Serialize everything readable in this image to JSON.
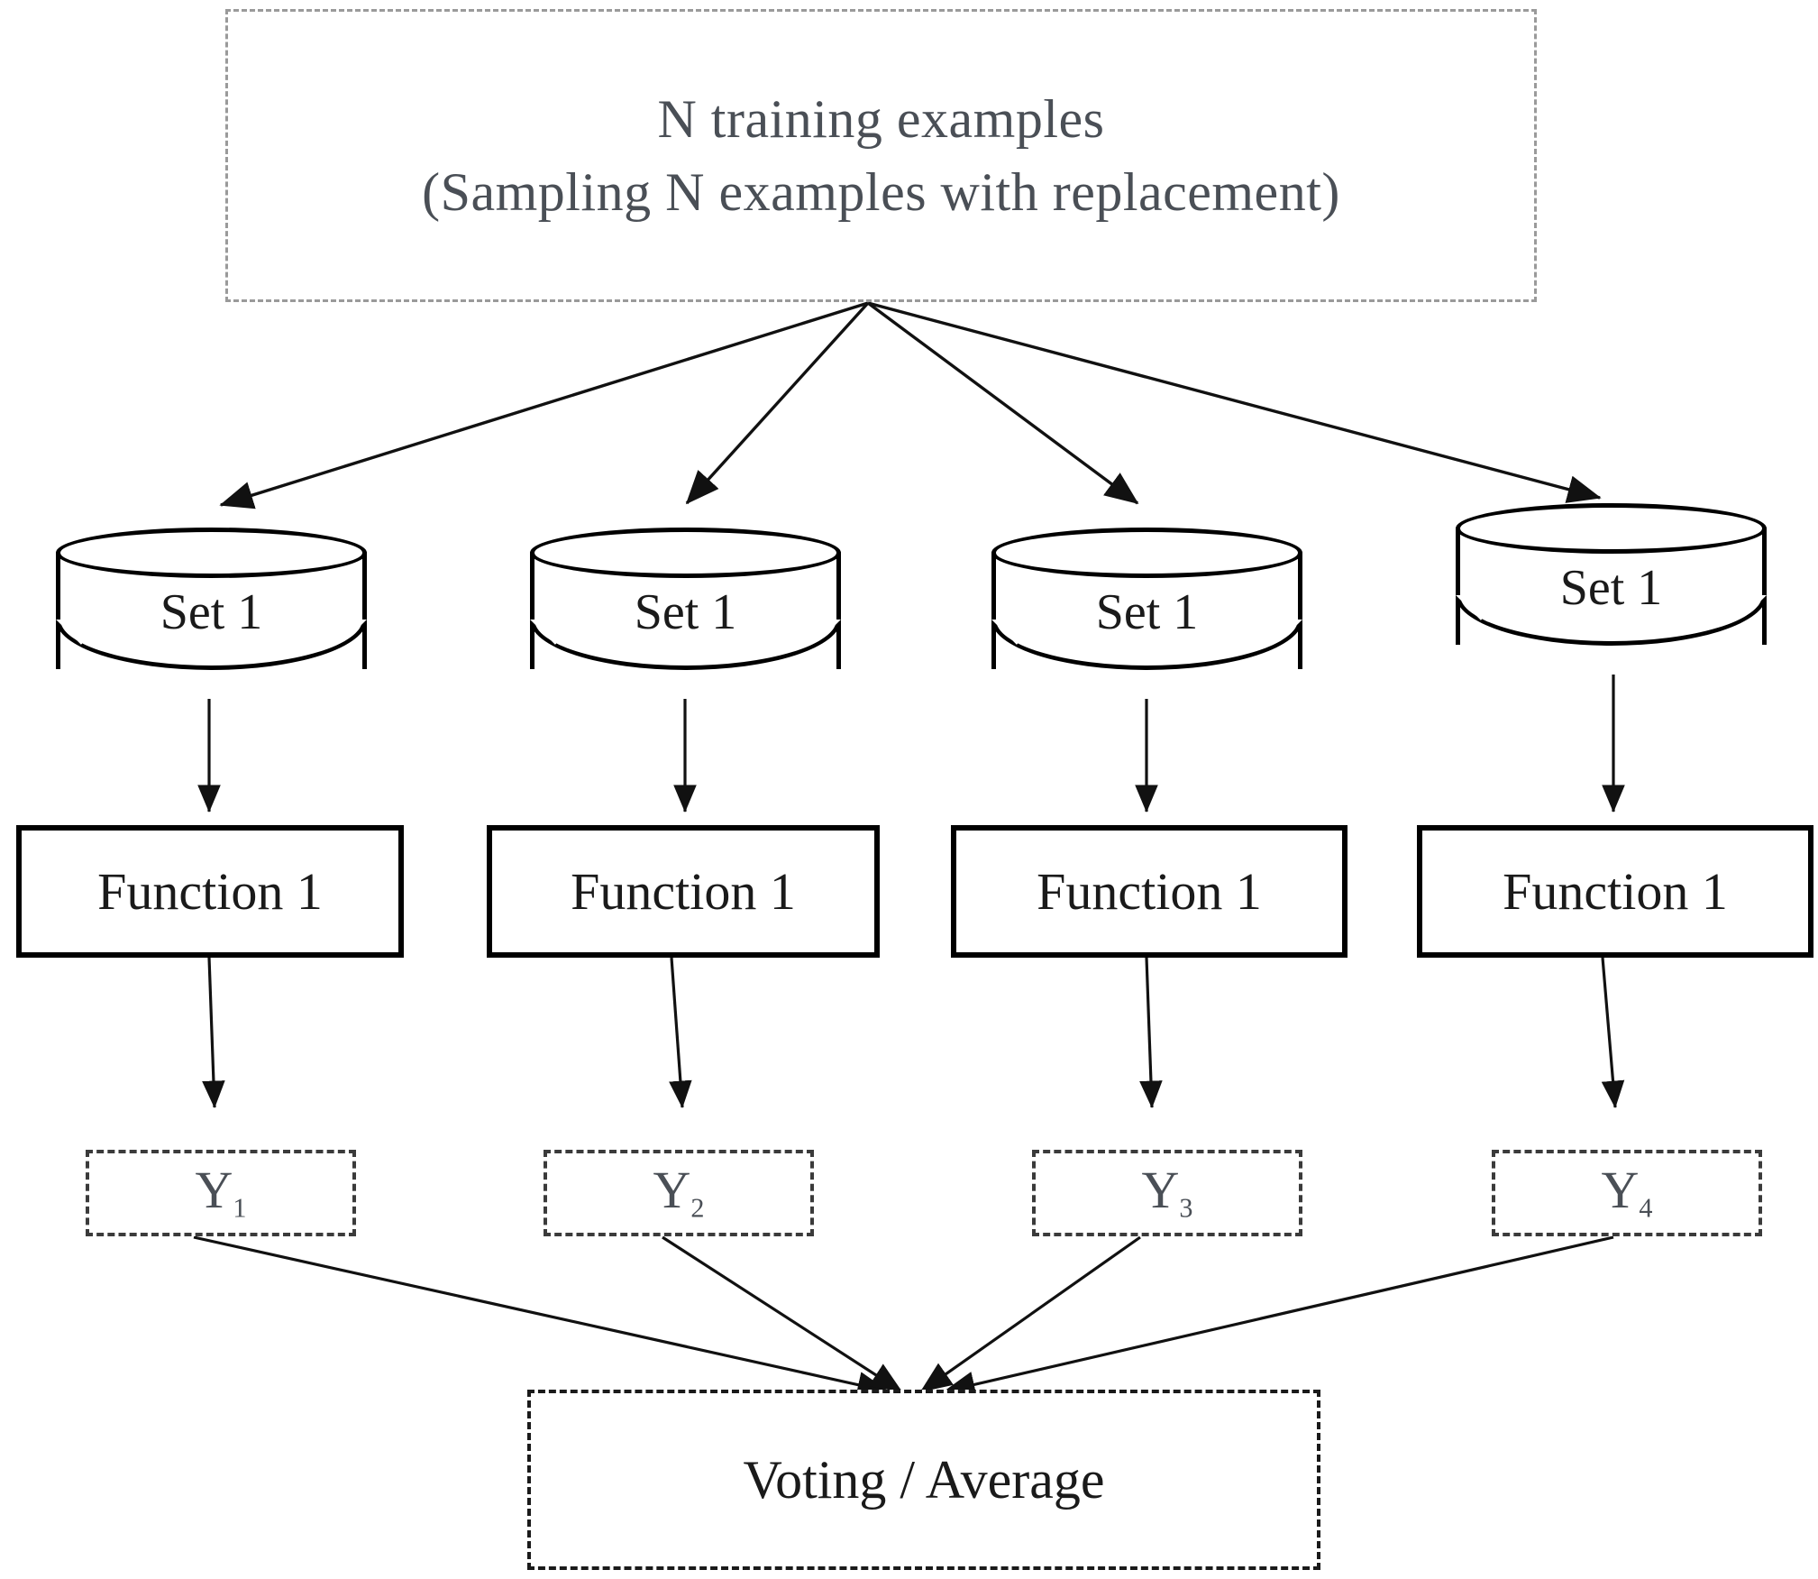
{
  "diagram": {
    "title": "Bagging ensemble diagram",
    "source": {
      "line1": "N training examples",
      "line2": "(Sampling N examples with replacement)"
    },
    "datasets": [
      {
        "label": "Set 1"
      },
      {
        "label": "Set 1"
      },
      {
        "label": "Set 1"
      },
      {
        "label": "Set 1"
      }
    ],
    "functions": [
      {
        "label": "Function 1"
      },
      {
        "label": "Function 1"
      },
      {
        "label": "Function 1"
      },
      {
        "label": "Function 1"
      }
    ],
    "outputs": [
      {
        "base": "Y",
        "sub": "1"
      },
      {
        "base": "Y",
        "sub": "2"
      },
      {
        "base": "Y",
        "sub": "3"
      },
      {
        "base": "Y",
        "sub": "4"
      }
    ],
    "aggregator": {
      "label": "Voting / Average"
    },
    "colors": {
      "background": "#ffffff",
      "source_text": "#4a4f56",
      "source_border": "#9a9a9a",
      "node_stroke": "#000000",
      "output_border": "#3b3b3b",
      "edge_stroke": "#111111"
    }
  }
}
